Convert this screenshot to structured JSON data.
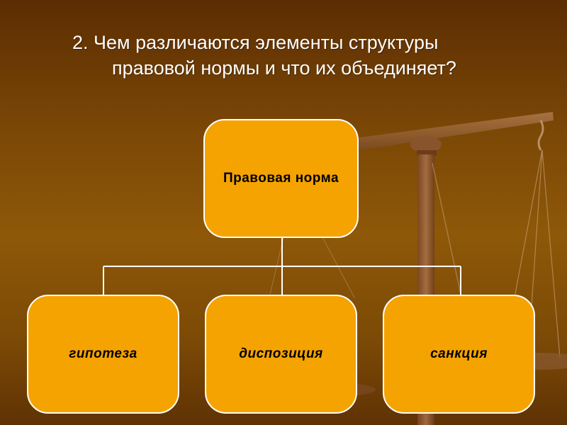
{
  "title": {
    "line1": "2. Чем различаются элементы структуры",
    "line2": "правовой нормы и что их объединяет?"
  },
  "diagram": {
    "root": "Правовая норма",
    "children": [
      "гипотеза",
      "диспозиция",
      "санкция"
    ]
  },
  "colors": {
    "box_fill": "#f5a300",
    "box_border": "#ffffff",
    "connector": "#ffffff",
    "title_text": "#ffffff"
  }
}
